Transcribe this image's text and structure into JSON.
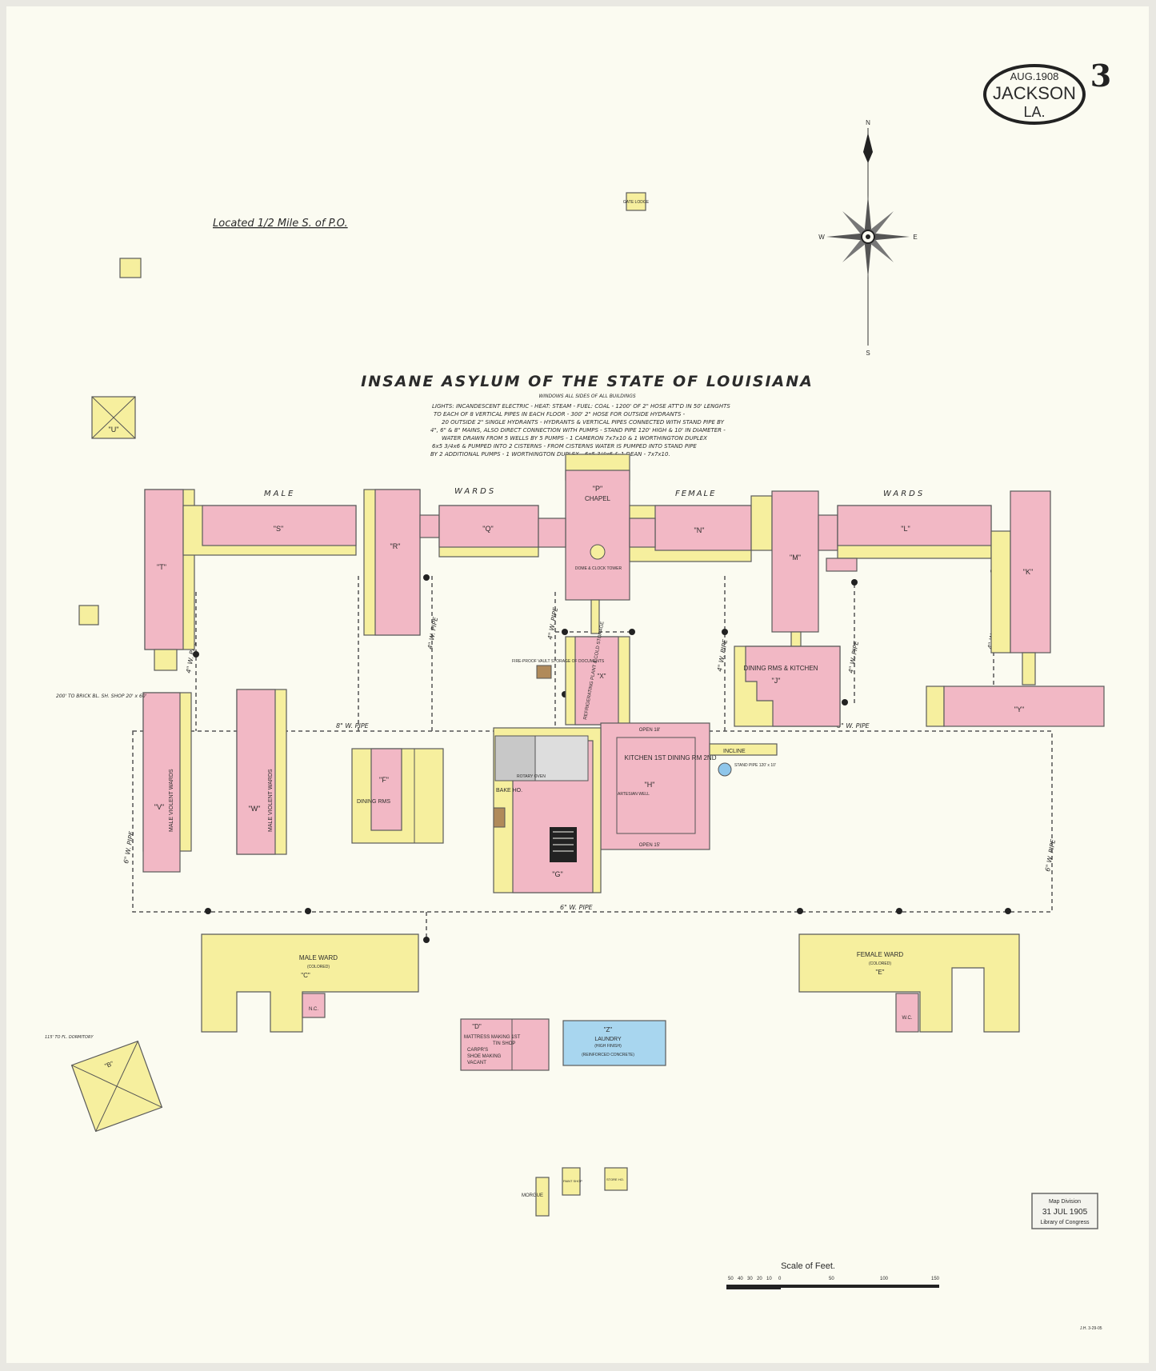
{
  "cartouche": {
    "date": "AUG.1908",
    "town": "JACKSON",
    "state": "LA."
  },
  "sheet_number": "3",
  "location_note": "Located 1/2 Mile S. of P.O.",
  "title": "INSANE ASYLUM OF THE STATE OF LOUISIANA",
  "subtitle": "WINDOWS ALL SIDES OF ALL BUILDINGS",
  "notes": [
    "LIGHTS: INCANDESCENT ELECTRIC - HEAT: STEAM - FUEL: COAL - 1200' OF 2\" HOSE ATT'D IN 50' LENGHTS",
    "TO EACH OF 8 VERTICAL PIPES IN EACH FLOOR - 300' 2\" HOSE FOR OUTSIDE HYDRANTS -",
    "20 OUTSIDE 2\" SINGLE HYDRANTS - HYDRANTS & VERTICAL PIPES CONNECTED WITH STAND PIPE BY",
    "4\", 6\" & 8\" MAINS, ALSO DIRECT CONNECTION WITH PUMPS - STAND PIPE 120' HIGH & 10' IN DIAMETER -",
    "WATER DRAWN FROM 5 WELLS BY 5 PUMPS - 1 CAMERON 7x7x10 & 1 WORTHINGTON DUPLEX",
    "6x5 3/4x6 & PUMPED INTO 2 CISTERNS - FROM CISTERNS WATER IS PUMPED INTO STAND PIPE",
    "BY 2 ADDITIONAL PUMPS - 1 WORTHINGTON DUPLEX - 6x5 3/4x6 & 1 DEAN - 7x7x10."
  ],
  "compass": {
    "n": "N",
    "s": "S",
    "e": "E",
    "w": "W"
  },
  "ward_headings": {
    "male": "MALE",
    "male_wards": "WARDS",
    "female": "FEMALE",
    "female_wards": "WARDS"
  },
  "buildings": {
    "gate_lodge": "GATE LODGE",
    "t": "\"T\"",
    "s": "\"S\"",
    "r": "\"R\"",
    "q": "\"Q\"",
    "p": "\"P\"",
    "chapel": "CHAPEL",
    "dome": "DOME & CLOCK TOWER",
    "n": "\"N\"",
    "m": "\"M\"",
    "l": "\"L\"",
    "k": "\"K\"",
    "u": "\"U\"",
    "j": "\"J\"",
    "j_label": "DINING RMS & KITCHEN",
    "y": "\"Y\"",
    "v": "\"V\"",
    "v_label": "MALE VIOLENT WARDS",
    "w": "\"W\"",
    "w_label": "MALE VIOLENT WARDS",
    "f": "\"F\"",
    "f_label": "DINING RMS",
    "x": "\"X\"",
    "x_label": "REFRIGERATING PLANT & COLD STORAGE",
    "h": "\"H\"",
    "h_label": "KITCHEN 1ST DINING RM 2ND",
    "g": "\"G\"",
    "bake": "BAKE HO.",
    "rotary": "ROTARY OVEN",
    "c": "\"C\"",
    "c_label": "MALE WARD",
    "c_sub": "(COLORED)",
    "e": "\"E\"",
    "e_label": "FEMALE WARD",
    "e_sub": "(COLORED)",
    "wc": "W.C.",
    "nc": "N.C.",
    "d": "\"D\"",
    "d_label1": "MATTRESS MAKING 1ST",
    "d_label2": "TIN SHOP",
    "d_label3": "CARPR'S",
    "d_label4": "SHOE MAKING",
    "d_label5": "VACANT",
    "z": "\"Z\"",
    "z_label": "LAUNDRY",
    "z_sub": "(HIGH FINISH)",
    "z_sub2": "(REINFORCED CONCRETE)",
    "b": "\"B\"",
    "dormitory": "115' TO FL. DORMITORY",
    "morgue": "MORGUE",
    "paint": "PAINT SHOP",
    "store": "STORE HO.",
    "documents": "FIRE-PROOF VAULT STORAGE OF DOCUMENTS",
    "open_18": "OPEN 18'",
    "open_15": "OPEN 15'",
    "incline": "INCLINE",
    "stand_pipe": "STAND PIPE 120' x 10'",
    "artesian": "ARTESIAN WELL",
    "brick_shop": "200' TO BRICK BL. SH. SHOP 20' x 60'"
  },
  "pipes": {
    "six_w": "6\" W. PIPE",
    "eight_w": "8\" W. PIPE",
    "four_w": "4\" W. PIPE"
  },
  "scale": {
    "title": "Scale of Feet.",
    "ticks": [
      "50",
      "40",
      "30",
      "20",
      "10",
      "0",
      "50",
      "100",
      "150"
    ]
  },
  "stamp": {
    "line1": "Map Division",
    "line2": "31 JUL 1905",
    "line3": "Library of Congress"
  },
  "corner_code": "J.H. 3-29-05",
  "colors": {
    "brick": "#f2b8c5",
    "frame": "#f6ef9e",
    "concrete": "#a8d6ef"
  }
}
